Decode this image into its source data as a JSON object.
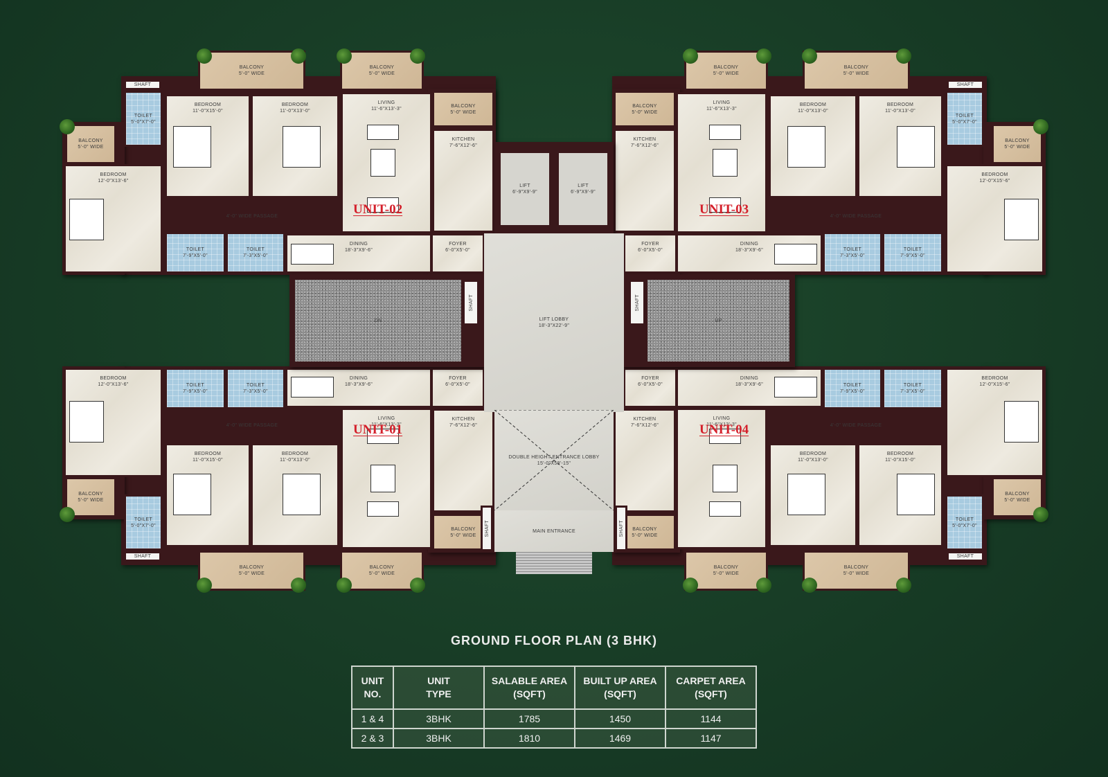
{
  "colors": {
    "background": "#173b25",
    "wall": "#3a181b",
    "unit_label": "#d4202b",
    "toilet_tile": "#a8cbe0",
    "balcony": "#d6c09f"
  },
  "units": [
    {
      "id": "unit-02",
      "label": "UNIT-02",
      "rooms": [
        {
          "name": "BALCONY",
          "dims": "5'-0\" WIDE"
        },
        {
          "name": "BALCONY",
          "dims": "5'-0\" WIDE"
        },
        {
          "name": "BALCONY",
          "dims": "5'-0\" WIDE"
        },
        {
          "name": "BALCONY",
          "dims": "5'-0\" WIDE"
        },
        {
          "name": "SHAFT",
          "dims": ""
        },
        {
          "name": "TOILET",
          "dims": "5'-0\"X7'-0\""
        },
        {
          "name": "BEDROOM",
          "dims": "11'-0\"X15'-0\""
        },
        {
          "name": "BEDROOM",
          "dims": "11'-0\"X13'-0\""
        },
        {
          "name": "LIVING",
          "dims": "11'-6\"X13'-3\""
        },
        {
          "name": "KITCHEN",
          "dims": "7'-6\"X12'-6\""
        },
        {
          "name": "BEDROOM",
          "dims": "12'-0\"X13'-6\""
        },
        {
          "name": "4'-0\" WIDE PASSAGE",
          "dims": ""
        },
        {
          "name": "TOILET",
          "dims": "7'-9\"X5'-0\""
        },
        {
          "name": "TOILET",
          "dims": "7'-3\"X5'-0\""
        },
        {
          "name": "DINING",
          "dims": "18'-3\"X9'-6\""
        },
        {
          "name": "FOYER",
          "dims": "6'-0\"X5'-0\""
        }
      ]
    },
    {
      "id": "unit-03",
      "label": "UNIT-03",
      "rooms": [
        {
          "name": "BALCONY",
          "dims": "5'-0\" WIDE"
        },
        {
          "name": "BALCONY",
          "dims": "5'-0\" WIDE"
        },
        {
          "name": "BALCONY",
          "dims": "5'-0\" WIDE"
        },
        {
          "name": "BALCONY",
          "dims": "5'-0\" WIDE"
        },
        {
          "name": "SHAFT",
          "dims": ""
        },
        {
          "name": "TOILET",
          "dims": "5'-0\"X7'-0\""
        },
        {
          "name": "BEDROOM",
          "dims": "11'-0\"X13'-0\""
        },
        {
          "name": "BEDROOM",
          "dims": "11'-0\"X13'-0\""
        },
        {
          "name": "LIVING",
          "dims": "11'-6\"X13'-3\""
        },
        {
          "name": "KITCHEN",
          "dims": "7'-6\"X12'-6\""
        },
        {
          "name": "BEDROOM",
          "dims": "12'-0\"X15'-6\""
        },
        {
          "name": "4'-0\" WIDE PASSAGE",
          "dims": ""
        },
        {
          "name": "TOILET",
          "dims": "7'-9\"X5'-0\""
        },
        {
          "name": "TOILET",
          "dims": "7'-3\"X5'-0\""
        },
        {
          "name": "DINING",
          "dims": "18'-3\"X9'-6\""
        },
        {
          "name": "FOYER",
          "dims": "6'-0\"X5'-0\""
        }
      ]
    },
    {
      "id": "unit-01",
      "label": "UNIT-01",
      "rooms": [
        {
          "name": "BALCONY",
          "dims": "5'-0\" WIDE"
        },
        {
          "name": "BALCONY",
          "dims": "5'-0\" WIDE"
        },
        {
          "name": "BALCONY",
          "dims": "5'-0\" WIDE"
        },
        {
          "name": "BALCONY",
          "dims": "5'-0\" WIDE"
        },
        {
          "name": "SHAFT",
          "dims": ""
        },
        {
          "name": "TOILET",
          "dims": "5'-0\"X7'-0\""
        },
        {
          "name": "BEDROOM",
          "dims": "11'-0\"X15'-0\""
        },
        {
          "name": "BEDROOM",
          "dims": "11'-0\"X13'-0\""
        },
        {
          "name": "LIVING",
          "dims": "11'-6\"X13'-3\""
        },
        {
          "name": "KITCHEN",
          "dims": "7'-6\"X12'-6\""
        },
        {
          "name": "BEDROOM",
          "dims": "12'-0\"X13'-6\""
        },
        {
          "name": "4'-0\" WIDE PASSAGE",
          "dims": ""
        },
        {
          "name": "TOILET",
          "dims": "7'-9\"X5'-0\""
        },
        {
          "name": "TOILET",
          "dims": "7'-3\"X5'-0\""
        },
        {
          "name": "DINING",
          "dims": "18'-3\"X9'-6\""
        },
        {
          "name": "FOYER",
          "dims": "6'-0\"X5'-0\""
        }
      ]
    },
    {
      "id": "unit-04",
      "label": "UNIT-04",
      "rooms": [
        {
          "name": "BALCONY",
          "dims": "5'-0\" WIDE"
        },
        {
          "name": "BALCONY",
          "dims": "5'-0\" WIDE"
        },
        {
          "name": "BALCONY",
          "dims": "5'-0\" WIDE"
        },
        {
          "name": "BALCONY",
          "dims": "5'-0\" WIDE"
        },
        {
          "name": "SHAFT",
          "dims": ""
        },
        {
          "name": "TOILET",
          "dims": "5'-0\"X7'-0\""
        },
        {
          "name": "BEDROOM",
          "dims": "11'-0\"X15'-0\""
        },
        {
          "name": "BEDROOM",
          "dims": "11'-0\"X13'-0\""
        },
        {
          "name": "LIVING",
          "dims": "11'-6\"X13'-3\""
        },
        {
          "name": "KITCHEN",
          "dims": "7'-6\"X12'-6\""
        },
        {
          "name": "BEDROOM",
          "dims": "12'-0\"X15'-6\""
        },
        {
          "name": "4'-0\" WIDE PASSAGE",
          "dims": ""
        },
        {
          "name": "TOILET",
          "dims": "7'-3\"X5'-0\""
        },
        {
          "name": "TOILET",
          "dims": "7'-9\"X5'-0\""
        },
        {
          "name": "DINING",
          "dims": "18'-3\"X9'-6\""
        },
        {
          "name": "FOYER",
          "dims": "6'-0\"X5'-0\""
        }
      ]
    }
  ],
  "core": [
    {
      "id": "lift-1",
      "name": "LIFT",
      "dims": "6'-9\"X9'-9\""
    },
    {
      "id": "lift-2",
      "name": "LIFT",
      "dims": "6'-9\"X9'-9\""
    },
    {
      "id": "lift-lobby",
      "name": "LIFT LOBBY",
      "dims": "18'-3\"X22'-9\""
    },
    {
      "id": "entrance-lobby",
      "name": "DOUBLE HEIGHT ENTRANCE LOBBY",
      "dims": "15'-0\"X58'-15\""
    },
    {
      "id": "main-entrance",
      "name": "MAIN ENTRANCE",
      "dims": ""
    },
    {
      "id": "shaft-left",
      "name": "SHAFT",
      "dims": ""
    },
    {
      "id": "shaft-right",
      "name": "SHAFT",
      "dims": ""
    },
    {
      "id": "shaft-bottom-left",
      "name": "SHAFT",
      "dims": ""
    },
    {
      "id": "shaft-bottom-right",
      "name": "SHAFT",
      "dims": ""
    },
    {
      "id": "staircase-left",
      "name": "DN",
      "dims": ""
    },
    {
      "id": "staircase-right",
      "name": "UP",
      "dims": ""
    }
  ],
  "title": "GROUND FLOOR PLAN (3 BHK)",
  "table": {
    "headers": [
      [
        "UNIT",
        "NO."
      ],
      [
        "UNIT",
        "TYPE"
      ],
      [
        "SALABLE AREA",
        "(SQFT)"
      ],
      [
        "BUILT UP AREA",
        "(SQFT)"
      ],
      [
        "CARPET AREA",
        "(SQFT)"
      ]
    ],
    "rows": [
      [
        "1 & 4",
        "3BHK",
        "1785",
        "1450",
        "1144"
      ],
      [
        "2 & 3",
        "3BHK",
        "1810",
        "1469",
        "1147"
      ]
    ]
  }
}
